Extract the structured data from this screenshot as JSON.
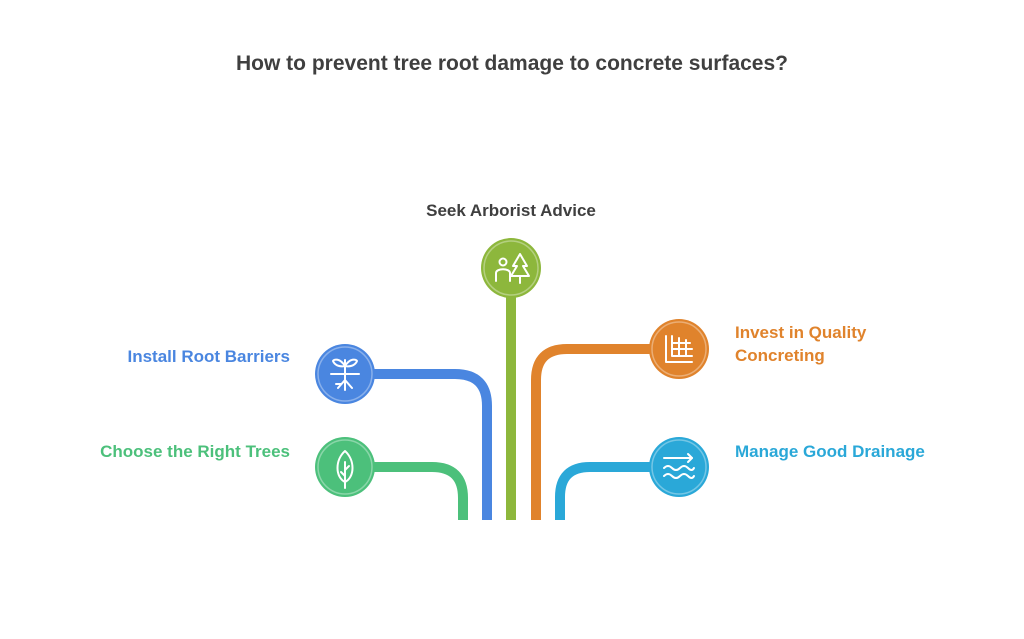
{
  "title": "How to prevent tree root damage to concrete surfaces?",
  "colors": {
    "green": "#4cc07b",
    "blue": "#4a86e0",
    "lime": "#8db73c",
    "orange": "#e0832c",
    "cyan": "#2aa8d8",
    "title": "#3f3f3f"
  },
  "items": [
    {
      "label": "Choose the Right Trees",
      "icon": "leaf-icon",
      "color": "#4cc07b"
    },
    {
      "label": "Install Root Barriers",
      "icon": "sprout-roots-icon",
      "color": "#4a86e0"
    },
    {
      "label": "Seek Arborist Advice",
      "icon": "arborist-tree-icon",
      "color": "#8db73c"
    },
    {
      "label": "Invest in Quality Concreting",
      "icon": "grid-corner-icon",
      "color": "#e0832c"
    },
    {
      "label": "Manage Good Drainage",
      "icon": "water-flow-icon",
      "color": "#2aa8d8"
    }
  ]
}
